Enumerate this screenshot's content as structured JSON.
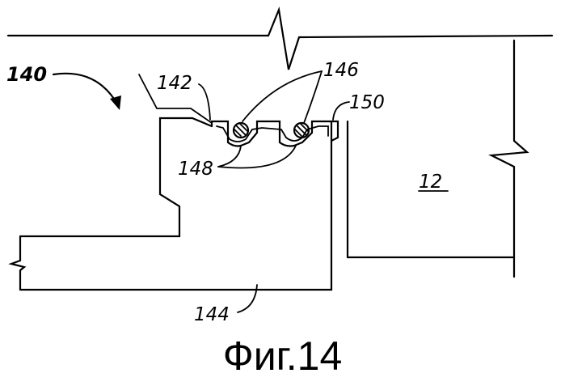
{
  "figure": {
    "caption": "Фиг.14",
    "labels": {
      "assembly": "140",
      "seal_tip": "142",
      "bottom_element": "144",
      "cords": "146",
      "grooves": "148",
      "edge": "150",
      "panel": "12"
    }
  }
}
